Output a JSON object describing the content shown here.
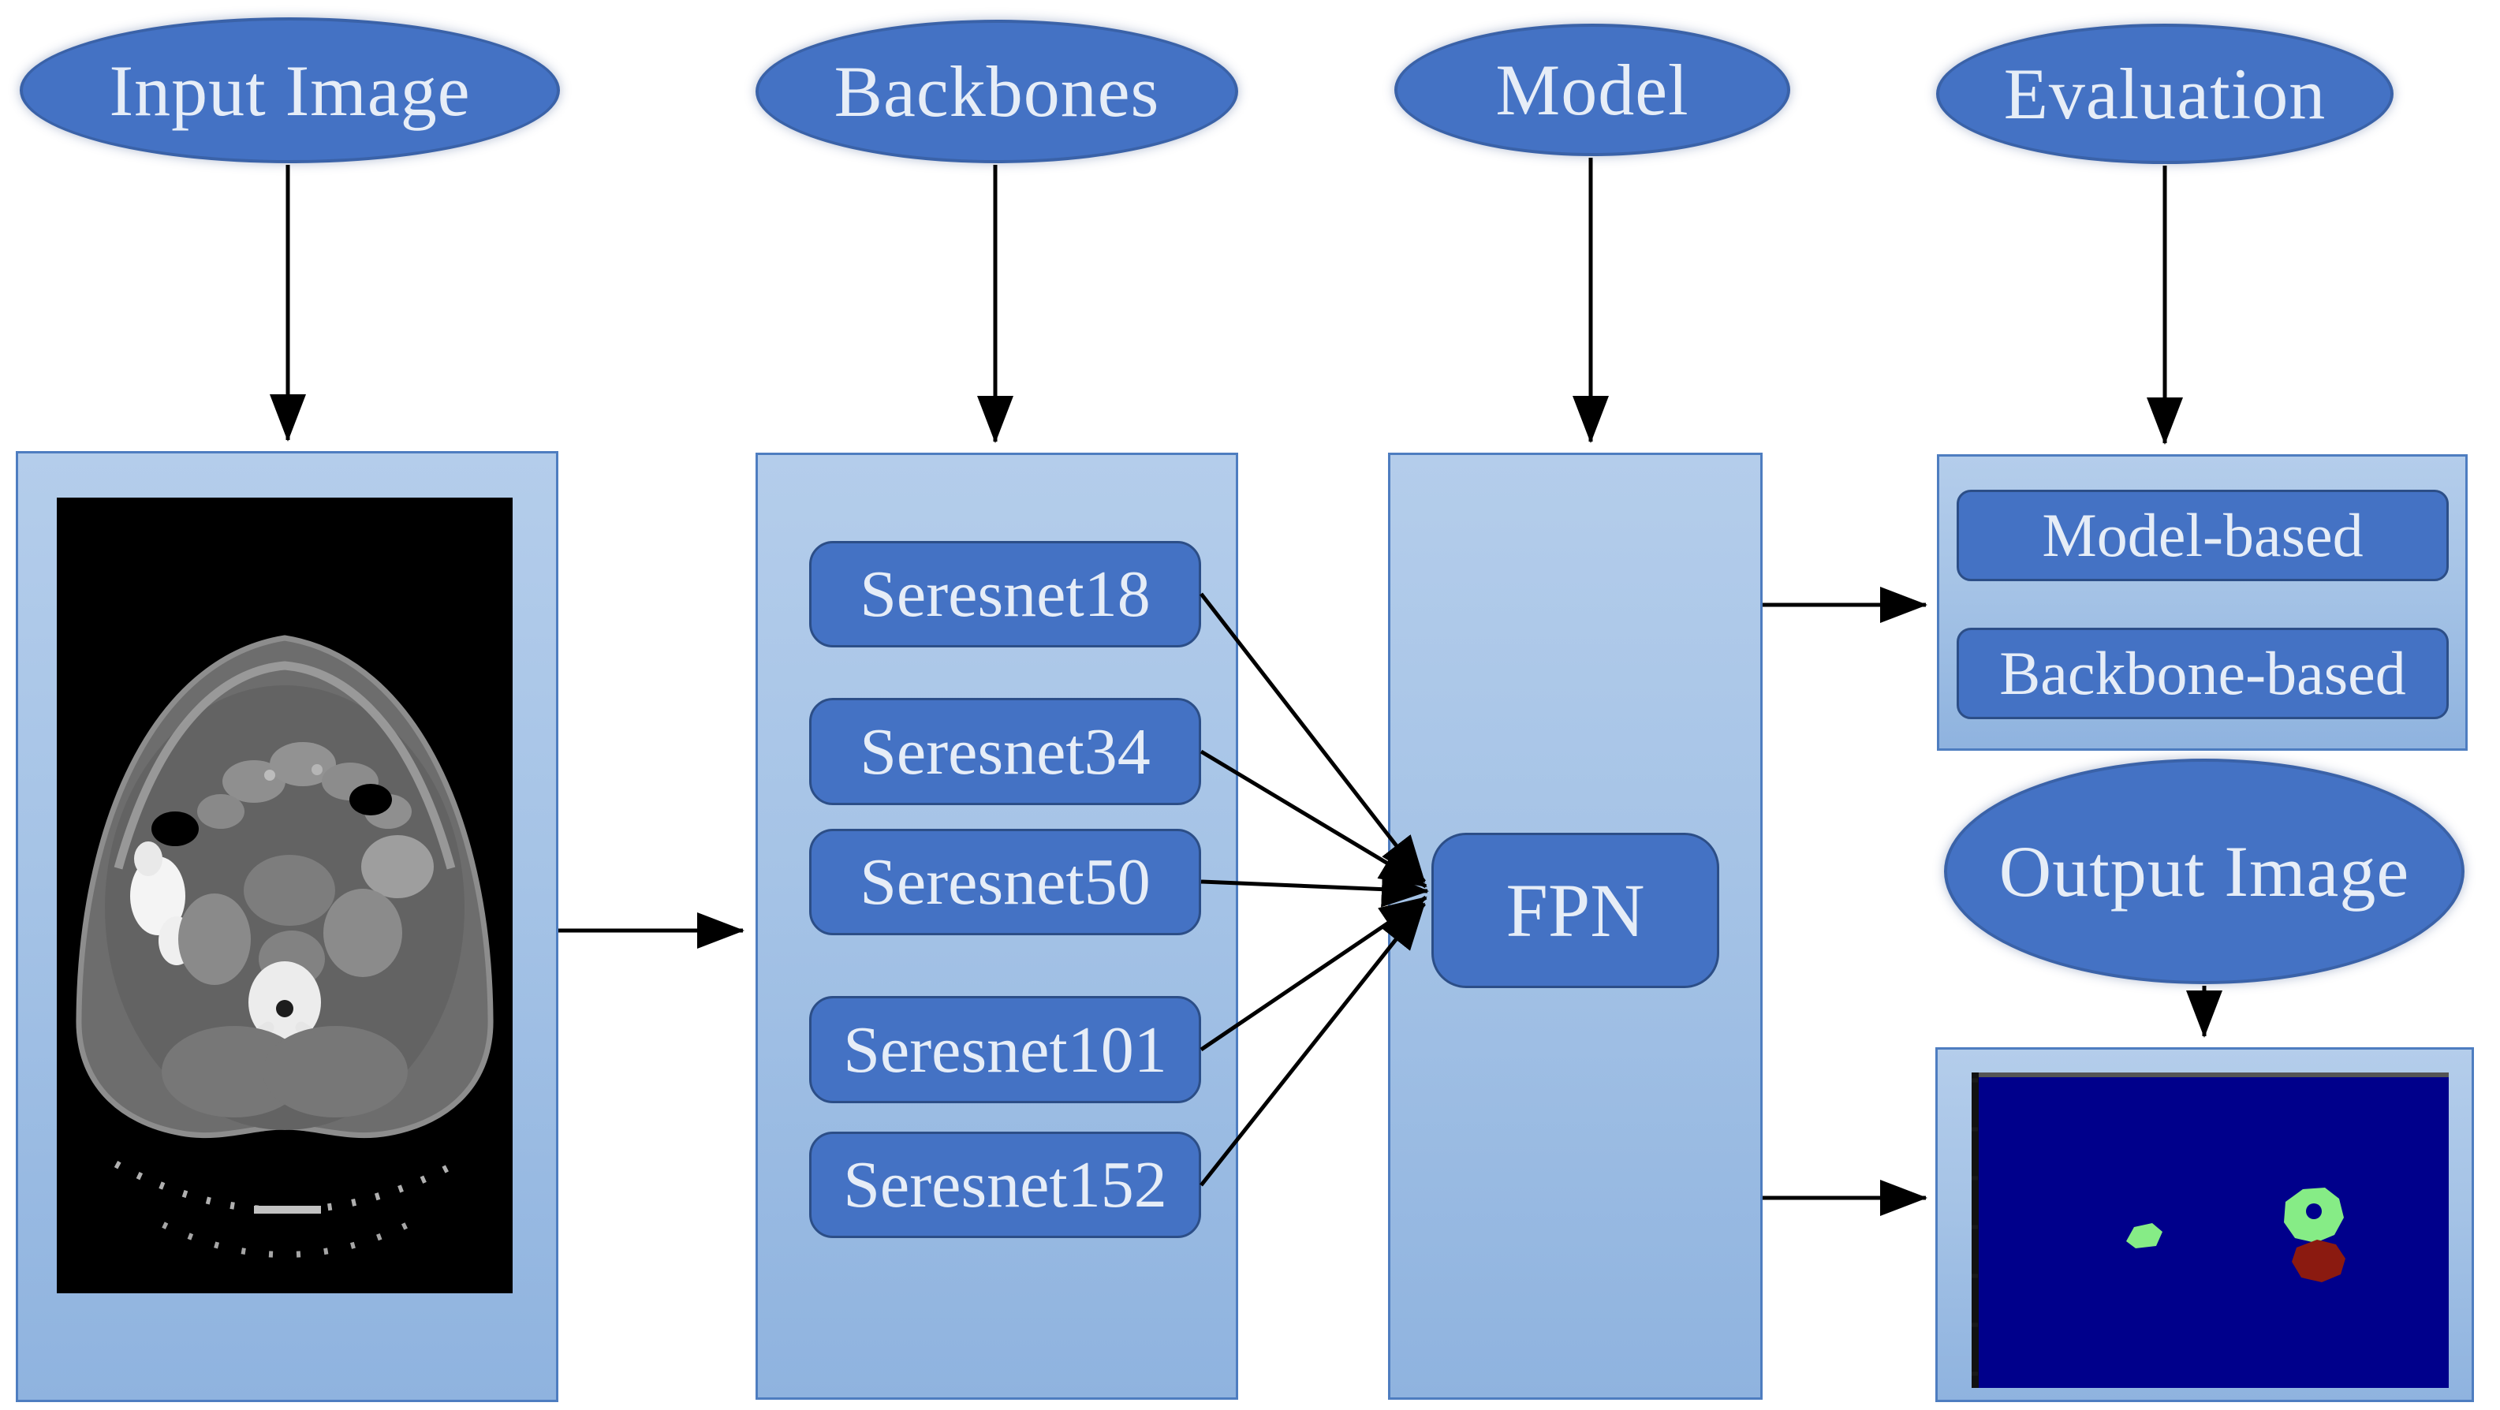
{
  "nodes": {
    "input_image": {
      "label": "Input Image"
    },
    "backbones": {
      "label": "Backbones"
    },
    "model": {
      "label": "Model"
    },
    "evaluation": {
      "label": "Evaluation"
    },
    "output_image": {
      "label": "Output Image"
    }
  },
  "backbones_panel": {
    "items": [
      "Seresnet18",
      "Seresnet34",
      "Seresnet50",
      "Seresnet101",
      "Seresnet152"
    ]
  },
  "model_panel": {
    "fpn_label": "FPN"
  },
  "evaluation_panel": {
    "items": [
      "Model-based",
      "Backbone-based"
    ]
  },
  "images": {
    "input_description": "abdominal-ct-scan",
    "output_description": "segmentation-mask"
  },
  "colors": {
    "node_fill": "#4472C4",
    "node_text": "#E6EDF7",
    "panel_border": "#4E7DC0",
    "box_border": "#2C4E87",
    "arrow": "#000000",
    "mask_bg": "#00008B",
    "mask_green": "#86EC86",
    "mask_red": "#8B1A10"
  }
}
